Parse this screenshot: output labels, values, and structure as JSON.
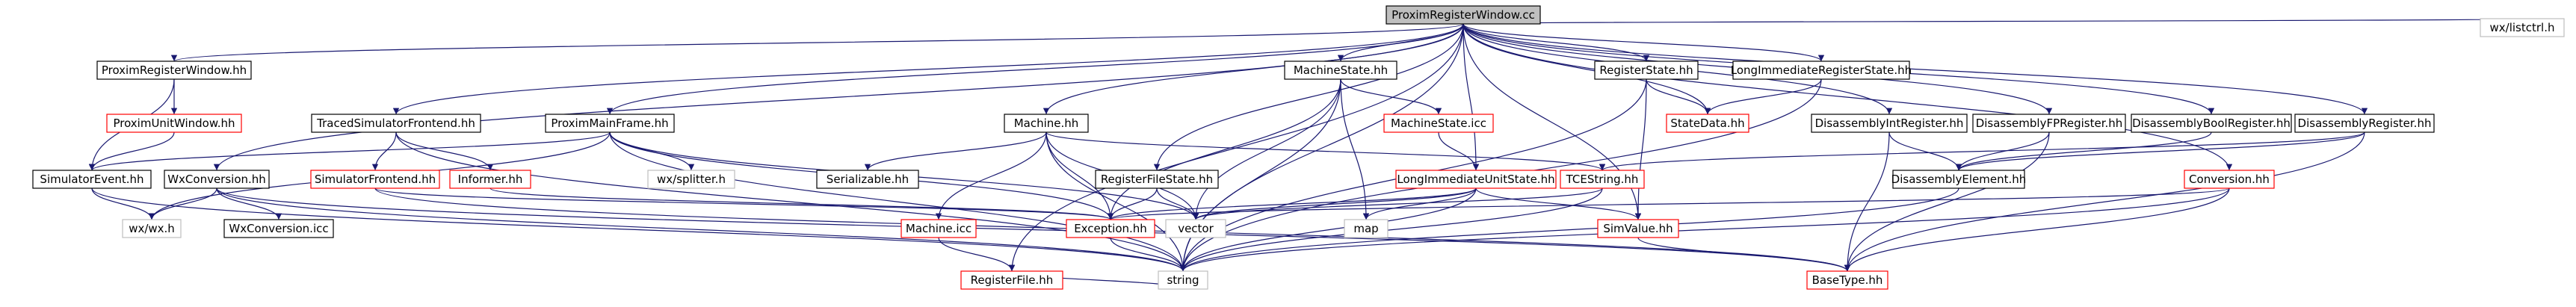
{
  "colors": {
    "edge": "#191970",
    "plain_border": "#000000",
    "linked_border": "#ff0000",
    "external_border": "#bfbfbf",
    "root_fill": "#bfbfbf",
    "node_fill": "#ffffff",
    "text": "#000000"
  },
  "nodes": {
    "proximregisterwindow_cc": {
      "label": "ProximRegisterWindow.cc",
      "kind": "root"
    },
    "wx_listctrl_h": {
      "label": "wx/listctrl.h",
      "kind": "external"
    },
    "proximregisterwindow_hh": {
      "label": "ProximRegisterWindow.hh",
      "kind": "plain"
    },
    "proximunitwindow_hh": {
      "label": "ProximUnitWindow.hh",
      "kind": "linked"
    },
    "simulatorevent_hh": {
      "label": "SimulatorEvent.hh",
      "kind": "plain"
    },
    "wx_wx_h": {
      "label": "wx/wx.h",
      "kind": "external"
    },
    "wxconversion_hh": {
      "label": "WxConversion.hh",
      "kind": "plain"
    },
    "wxconversion_icc": {
      "label": "WxConversion.icc",
      "kind": "plain"
    },
    "tracedsimulatorfrontend_hh": {
      "label": "TracedSimulatorFrontend.hh",
      "kind": "plain"
    },
    "simulatorfrontend_hh": {
      "label": "SimulatorFrontend.hh",
      "kind": "linked"
    },
    "informer_hh": {
      "label": "Informer.hh",
      "kind": "linked"
    },
    "proximmainframe_hh": {
      "label": "ProximMainFrame.hh",
      "kind": "plain"
    },
    "wx_splitter_h": {
      "label": "wx/splitter.h",
      "kind": "external"
    },
    "machine_hh": {
      "label": "Machine.hh",
      "kind": "plain"
    },
    "serializable_hh": {
      "label": "Serializable.hh",
      "kind": "plain"
    },
    "machine_icc": {
      "label": "Machine.icc",
      "kind": "linked"
    },
    "registerfile_hh": {
      "label": "RegisterFile.hh",
      "kind": "linked"
    },
    "machinestate_hh": {
      "label": "MachineState.hh",
      "kind": "plain"
    },
    "machinestate_icc": {
      "label": "MachineState.icc",
      "kind": "linked"
    },
    "registerfilestate_hh": {
      "label": "RegisterFileState.hh",
      "kind": "plain"
    },
    "longimmediateunitstate_hh": {
      "label": "LongImmediateUnitState.hh",
      "kind": "linked"
    },
    "map": {
      "label": "map",
      "kind": "external"
    },
    "vector": {
      "label": "vector",
      "kind": "external"
    },
    "exception_hh": {
      "label": "Exception.hh",
      "kind": "linked"
    },
    "string": {
      "label": "string",
      "kind": "external"
    },
    "registerstate_hh": {
      "label": "RegisterState.hh",
      "kind": "plain"
    },
    "statedata_hh": {
      "label": "StateData.hh",
      "kind": "linked"
    },
    "tcestring_hh": {
      "label": "TCEString.hh",
      "kind": "linked"
    },
    "simvalue_hh": {
      "label": "SimValue.hh",
      "kind": "linked"
    },
    "longimmediateregisterstate_hh": {
      "label": "LongImmediateRegisterState.hh",
      "kind": "plain"
    },
    "disassemblyintregister_hh": {
      "label": "DisassemblyIntRegister.hh",
      "kind": "plain"
    },
    "disassemblyfpregister_hh": {
      "label": "DisassemblyFPRegister.hh",
      "kind": "plain"
    },
    "disassemblyboolregister_hh": {
      "label": "DisassemblyBoolRegister.hh",
      "kind": "plain"
    },
    "disassemblyregister_hh": {
      "label": "DisassemblyRegister.hh",
      "kind": "plain"
    },
    "disassemblyelement_hh": {
      "label": "DisassemblyElement.hh",
      "kind": "plain"
    },
    "conversion_hh": {
      "label": "Conversion.hh",
      "kind": "linked"
    },
    "basetype_hh": {
      "label": "BaseType.hh",
      "kind": "linked"
    }
  },
  "edges": [
    [
      "proximregisterwindow_cc",
      "proximregisterwindow_hh"
    ],
    [
      "proximregisterwindow_cc",
      "wx_listctrl_h"
    ],
    [
      "proximregisterwindow_cc",
      "proximmainframe_hh"
    ],
    [
      "proximregisterwindow_cc",
      "tracedsimulatorfrontend_hh"
    ],
    [
      "proximregisterwindow_cc",
      "machinestate_hh"
    ],
    [
      "proximregisterwindow_cc",
      "registerstate_hh"
    ],
    [
      "proximregisterwindow_cc",
      "longimmediateregisterstate_hh"
    ],
    [
      "proximregisterwindow_cc",
      "machine_hh"
    ],
    [
      "proximregisterwindow_cc",
      "registerfilestate_hh"
    ],
    [
      "proximregisterwindow_cc",
      "longimmediateunitstate_hh"
    ],
    [
      "proximregisterwindow_cc",
      "registerfile_hh"
    ],
    [
      "proximregisterwindow_cc",
      "statedata_hh"
    ],
    [
      "proximregisterwindow_cc",
      "wxconversion_hh"
    ],
    [
      "proximregisterwindow_cc",
      "disassemblyintregister_hh"
    ],
    [
      "proximregisterwindow_cc",
      "disassemblyfpregister_hh"
    ],
    [
      "proximregisterwindow_cc",
      "disassemblyboolregister_hh"
    ],
    [
      "proximregisterwindow_cc",
      "disassemblyregister_hh"
    ],
    [
      "proximregisterwindow_cc",
      "conversion_hh"
    ],
    [
      "proximregisterwindow_cc",
      "simvalue_hh"
    ],
    [
      "proximregisterwindow_cc",
      "string"
    ],
    [
      "proximregisterwindow_hh",
      "proximunitwindow_hh"
    ],
    [
      "proximregisterwindow_hh",
      "simulatorevent_hh"
    ],
    [
      "proximunitwindow_hh",
      "simulatorevent_hh"
    ],
    [
      "simulatorevent_hh",
      "wx_wx_h"
    ],
    [
      "simulatorevent_hh",
      "string"
    ],
    [
      "wxconversion_hh",
      "wx_wx_h"
    ],
    [
      "wxconversion_hh",
      "wxconversion_icc"
    ],
    [
      "wxconversion_hh",
      "string"
    ],
    [
      "wxconversion_hh",
      "basetype_hh"
    ],
    [
      "tracedsimulatorfrontend_hh",
      "simulatorfrontend_hh"
    ],
    [
      "tracedsimulatorfrontend_hh",
      "informer_hh"
    ],
    [
      "tracedsimulatorfrontend_hh",
      "string"
    ],
    [
      "simulatorfrontend_hh",
      "exception_hh"
    ],
    [
      "simulatorfrontend_hh",
      "basetype_hh"
    ],
    [
      "informer_hh",
      "exception_hh"
    ],
    [
      "proximmainframe_hh",
      "simulatorevent_hh"
    ],
    [
      "proximmainframe_hh",
      "wx_splitter_h"
    ],
    [
      "proximmainframe_hh",
      "wx_wx_h"
    ],
    [
      "proximmainframe_hh",
      "exception_hh"
    ],
    [
      "proximmainframe_hh",
      "string"
    ],
    [
      "proximmainframe_hh",
      "vector"
    ],
    [
      "machine_hh",
      "serializable_hh"
    ],
    [
      "machine_hh",
      "machine_icc"
    ],
    [
      "machine_hh",
      "tcestring_hh"
    ],
    [
      "machine_hh",
      "exception_hh"
    ],
    [
      "machine_hh",
      "vector"
    ],
    [
      "machine_hh",
      "string"
    ],
    [
      "machine_icc",
      "registerfile_hh"
    ],
    [
      "registerfile_hh",
      "string"
    ],
    [
      "machinestate_hh",
      "machinestate_icc"
    ],
    [
      "machinestate_hh",
      "map"
    ],
    [
      "machinestate_hh",
      "vector"
    ],
    [
      "machinestate_hh",
      "exception_hh"
    ],
    [
      "machinestate_hh",
      "string"
    ],
    [
      "machinestate_icc",
      "longimmediateunitstate_hh"
    ],
    [
      "registerfilestate_hh",
      "exception_hh"
    ],
    [
      "registerfilestate_hh",
      "vector"
    ],
    [
      "longimmediateunitstate_hh",
      "map"
    ],
    [
      "longimmediateunitstate_hh",
      "vector"
    ],
    [
      "longimmediateunitstate_hh",
      "simvalue_hh"
    ],
    [
      "longimmediateunitstate_hh",
      "exception_hh"
    ],
    [
      "longimmediateunitstate_hh",
      "string"
    ],
    [
      "exception_hh",
      "string"
    ],
    [
      "registerstate_hh",
      "statedata_hh"
    ],
    [
      "registerstate_hh",
      "simvalue_hh"
    ],
    [
      "registerstate_hh",
      "string"
    ],
    [
      "longimmediateregisterstate_hh",
      "statedata_hh"
    ],
    [
      "longimmediateregisterstate_hh",
      "string"
    ],
    [
      "tcestring_hh",
      "string"
    ],
    [
      "tcestring_hh",
      "vector"
    ],
    [
      "simvalue_hh",
      "basetype_hh"
    ],
    [
      "disassemblyintregister_hh",
      "disassemblyelement_hh"
    ],
    [
      "disassemblyintregister_hh",
      "basetype_hh"
    ],
    [
      "disassemblyfpregister_hh",
      "disassemblyelement_hh"
    ],
    [
      "disassemblyfpregister_hh",
      "basetype_hh"
    ],
    [
      "disassemblyboolregister_hh",
      "disassemblyelement_hh"
    ],
    [
      "disassemblyregister_hh",
      "disassemblyelement_hh"
    ],
    [
      "disassemblyregister_hh",
      "tcestring_hh"
    ],
    [
      "disassemblyregister_hh",
      "basetype_hh"
    ],
    [
      "disassemblyelement_hh",
      "string"
    ],
    [
      "conversion_hh",
      "exception_hh"
    ],
    [
      "conversion_hh",
      "string"
    ],
    [
      "conversion_hh",
      "basetype_hh"
    ]
  ]
}
